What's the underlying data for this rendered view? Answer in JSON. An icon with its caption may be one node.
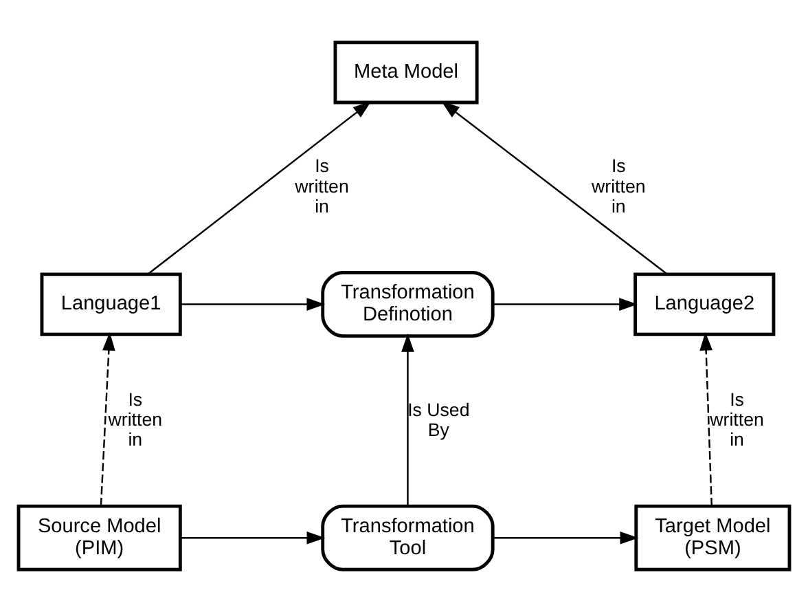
{
  "diagram": {
    "nodes": [
      {
        "text": [
          "Meta Model"
        ]
      },
      {
        "text": [
          "Language1"
        ]
      },
      {
        "text": [
          "Transformation Definotion"
        ]
      },
      {
        "text": [
          "Language2"
        ]
      },
      {
        "text": [
          "Source Model (PIM)"
        ]
      },
      {
        "text": [
          "Transformation Tool"
        ]
      },
      {
        "text": [
          "Target Model (PSM)"
        ]
      }
    ],
    "edges": [
      {
        "from": 1,
        "to": 0,
        "arrow": "to",
        "label": "Is written in"
      },
      {
        "from": 3,
        "to": 0,
        "arrow": "to",
        "label": "Is written in"
      },
      {
        "from": 1,
        "to": 2,
        "arrow": "to"
      },
      {
        "from": 2,
        "to": 3,
        "arrow": "to"
      },
      {
        "from": 4,
        "to": 1,
        "arrow": "to",
        "label": "Is written in",
        "style": "dashed"
      },
      {
        "from": 5,
        "to": 2,
        "arrow": "to",
        "label": "Is Used By"
      },
      {
        "from": 6,
        "to": 3,
        "arrow": "to",
        "label": "Is written in",
        "style": "dashed"
      },
      {
        "from": 4,
        "to": 5,
        "arrow": "to"
      },
      {
        "from": 5,
        "to": 6,
        "arrow": "to"
      }
    ]
  }
}
